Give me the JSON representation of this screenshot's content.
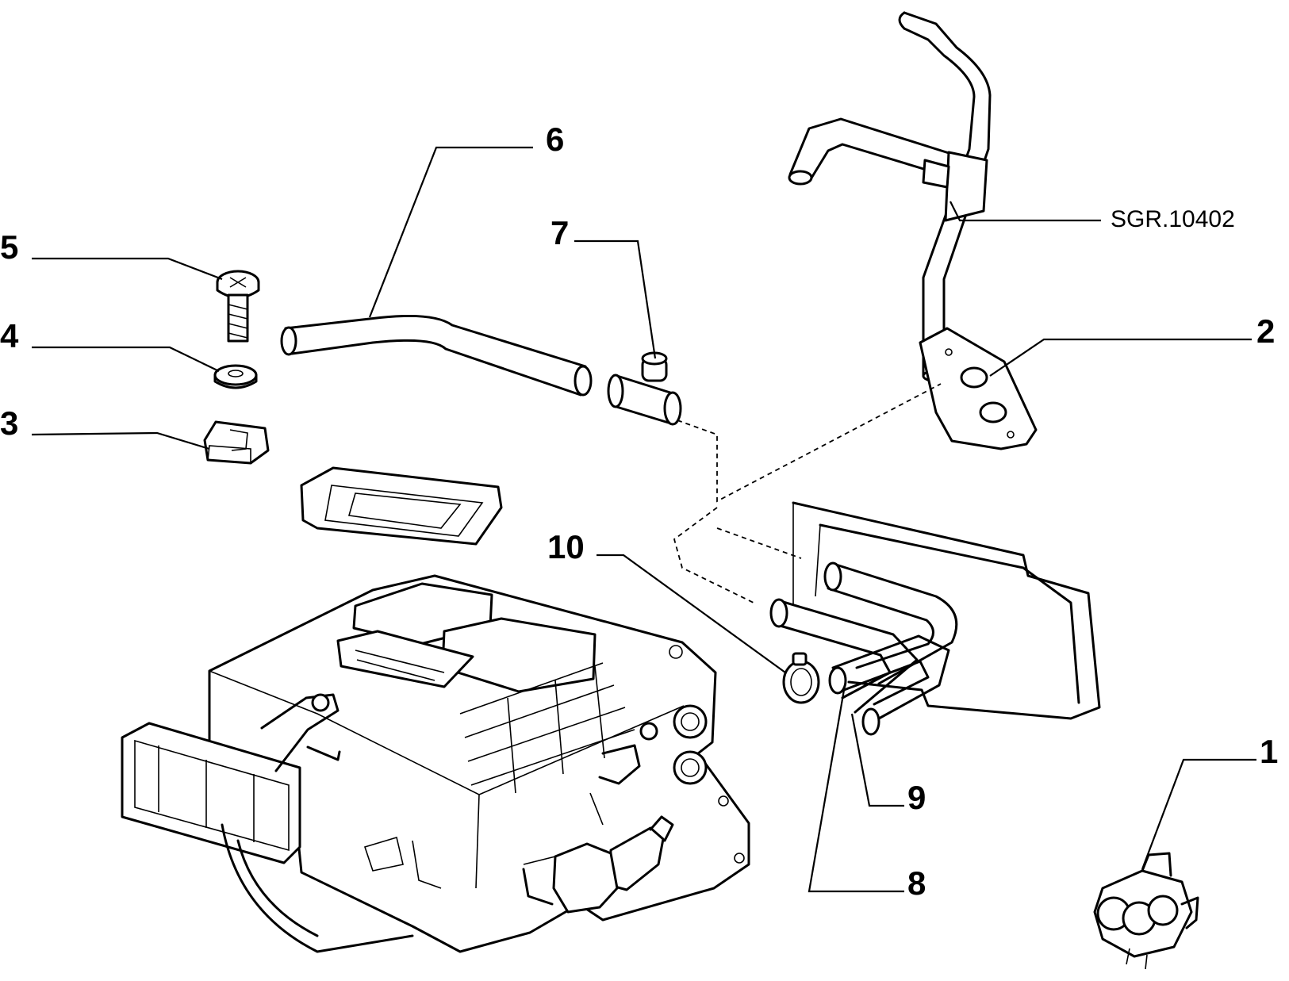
{
  "callouts": {
    "c1": "1",
    "c2": "2",
    "c3": "3",
    "c4": "4",
    "c5": "5",
    "c6": "6",
    "c7": "7",
    "c8": "8",
    "c9": "9",
    "c10": "10"
  },
  "reference": "SGR.10402"
}
